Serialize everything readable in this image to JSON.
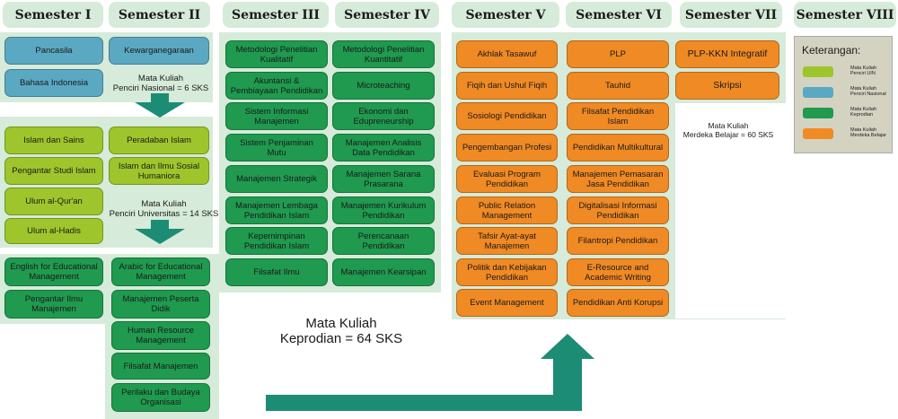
{
  "semesters": [
    "Semester I",
    "Semester II",
    "Semester III",
    "Semester IV",
    "Semester V",
    "Semester VI",
    "Semester VII",
    "Semester VIII"
  ],
  "group_national": {
    "courses": [
      "Pancasila",
      "Kewarganegaraan",
      "Bahasa Indonesia"
    ],
    "note_line1": "Mata Kuliah",
    "note_line2": "Penciri Nasional = 6 SKS"
  },
  "group_university": {
    "courses": [
      "Islam dan Sains",
      "Peradaban Islam",
      "Pengantar Studi Islam",
      "Islam dan Ilmu Sosial Humaniora",
      "Ulum al-Qur'an",
      "Ulum al-Hadis"
    ],
    "note_line1": "Mata Kuliah",
    "note_line2": "Penciri Universitas = 14 SKS"
  },
  "sem1_green": [
    "English for Educational Management",
    "Pengantar Ilmu Manajemen"
  ],
  "sem2_green": [
    "Arabic for Educational Management",
    "Manajemen Peserta Didik",
    "Human Resource Management",
    "Filsafat Manajemen",
    "Perilaku dan Budaya Organisasi"
  ],
  "sem3": [
    "Metodologi Penelitian Kualitatif",
    "Akuntansi & Pembiayaan Pendidikan",
    "Sistem Informasi Manajemen",
    "Sistem Penjaminan Mutu",
    "Manajemen Strategik",
    "Manajemen Lembaga Pendidikan Islam",
    "Kepemimpinan Pendidikan Islam",
    "Filsafat Ilmu"
  ],
  "sem4": [
    "Metodologi Penelitian Kuantitatif",
    "Microteaching",
    "Ekonomi dan Edupreneurship",
    "Manajemen Analisis Data Pendidikan",
    "Manajemen Sarana Prasarana",
    "Manajemen Kurikulum Pendidikan",
    "Perencanaan Pendidikan",
    "Manajemen Kearsipan"
  ],
  "kepro_note_line1": "Mata Kuliah",
  "kepro_note_line2": "Keprodian = 64 SKS",
  "sem5": [
    "Akhlak Tasawuf",
    "Fiqih dan Ushul Fiqih",
    "Sosiologi Pendidikan",
    "Pengembangan Profesi",
    "Evaluasi Program Pendidikan",
    "Public Relation Management",
    "Tafsir Ayat-ayat Manajemen",
    "Politik dan Kebijakan Pendidikan",
    "Event Management"
  ],
  "sem6": [
    "PLP",
    "Tauhid",
    "Filsafat Pendidikan Islam",
    "Pendidikan Multikultural",
    "Manajemen Pemasaran Jasa Pendidikan",
    "Digitalisasi Informasi Pendidikan",
    "Filantropi Pendidikan",
    "E-Resource and Academic Writing",
    "Pendidikan Anti Korupsi"
  ],
  "sem7": [
    "PLP-KKN Integratif",
    "Skripsi"
  ],
  "merdeka_note_line1": "Mata Kuliah",
  "merdeka_note_line2": "Merdeka Belajar = 60 SKS",
  "legend": {
    "title": "Keterangan:",
    "items": [
      {
        "label1": "Mata Kuliah",
        "label2": "Penciri UIN",
        "color": "#9ec52b"
      },
      {
        "label1": "Mata Kuliah",
        "label2": "Penciri Nasional",
        "color": "#5ba8c2"
      },
      {
        "label1": "Mata Kuliah",
        "label2": "Keprodian",
        "color": "#1f9a4f"
      },
      {
        "label1": "Mata Kuliah",
        "label2": "Merdeka Belajar",
        "color": "#f08a24"
      }
    ]
  },
  "colors": {
    "panel": "#d6ebd9",
    "national": "#5ba8c2",
    "university": "#9ec52b",
    "keprodian": "#1f9a4f",
    "merdeka": "#f08a24",
    "arrow": "#1d8c74"
  }
}
